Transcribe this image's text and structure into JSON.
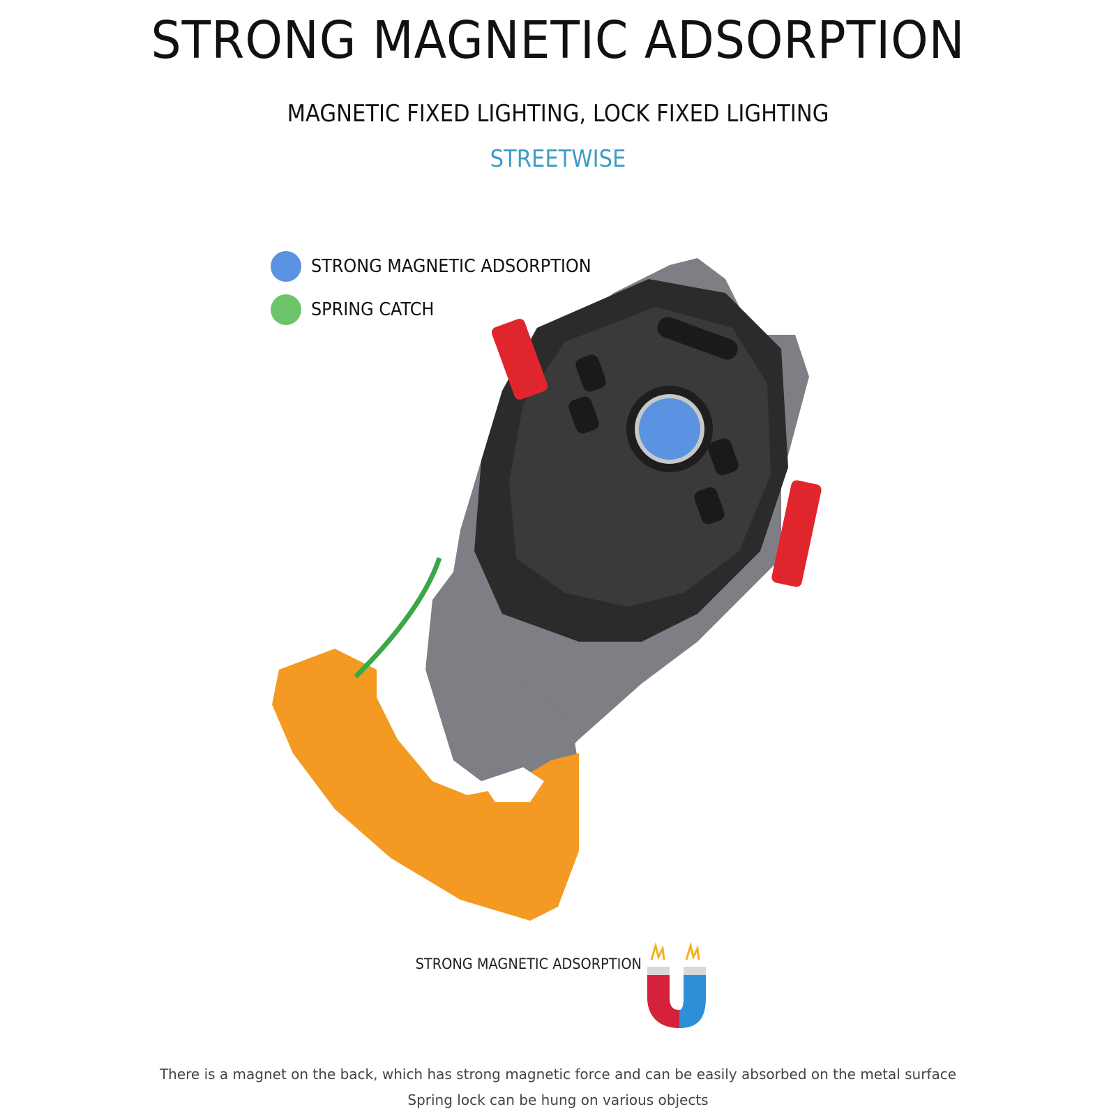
{
  "header": {
    "title": "STRONG MAGNETIC ADSORPTION",
    "subtitle": "MAGNETIC FIXED LIGHTING, LOCK FIXED LIGHTING",
    "brand": "STREETWISE",
    "brand_color": "#3e9cc4"
  },
  "legend": {
    "items": [
      {
        "label": "STRONG MAGNETIC ADSORPTION",
        "color": "#5b92e2"
      },
      {
        "label": "SPRING CATCH",
        "color": "#6cc46a"
      }
    ]
  },
  "product": {
    "body_color": "#2b2b2b",
    "frame_color": "#7d7f84",
    "handle_color": "#f49a22",
    "button_color": "#e0262c",
    "magnet_color": "#5b92e2",
    "spring_color": "#39a845"
  },
  "magnet_note": {
    "label": "STRONG MAGNETIC ADSORPTION",
    "icon": "horseshoe-magnet-icon",
    "north_color": "#d6213b",
    "south_color": "#2d8fd6"
  },
  "description": {
    "line1": "There is a magnet on the back, which has strong magnetic force and can be easily absorbed on the metal surface",
    "line2": "Spring lock can be hung on various objects"
  }
}
